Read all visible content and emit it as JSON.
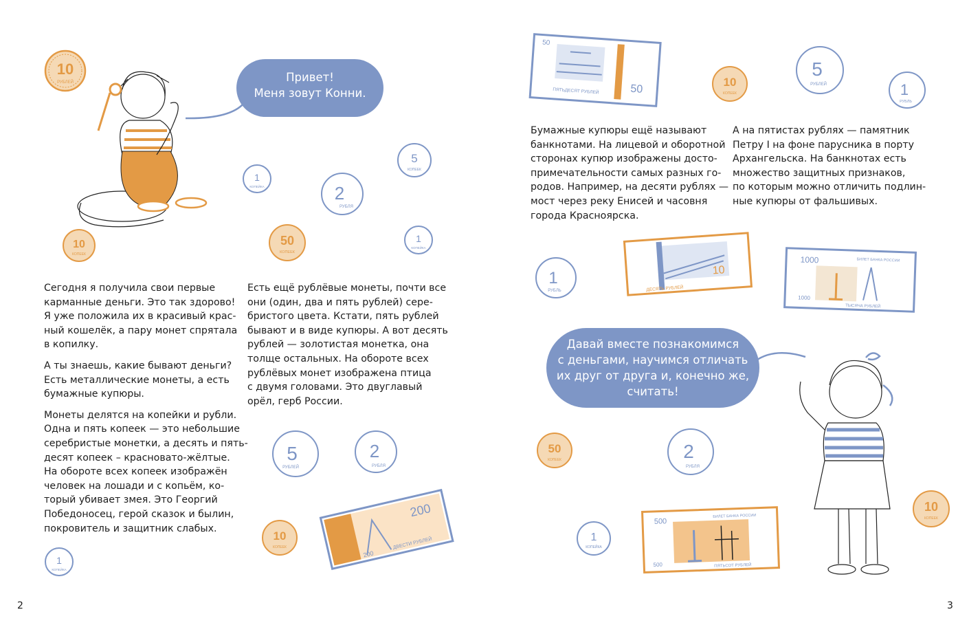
{
  "left_page": {
    "bubble": [
      "Привет!",
      "Меня зовут Конни."
    ],
    "col1": [
      [
        "Сегодня я получила свои первые",
        "карманные деньги. Это так здорово!",
        "Я уже положила их в красивый крас-",
        "ный кошелёк, а пару монет спрятала",
        "в копилку."
      ],
      [
        "А ты знаешь, какие бывают деньги?",
        "Есть металлические монеты, а есть",
        "бумажные купюры."
      ],
      [
        "Монеты делятся на копейки и рубли.",
        "Одна и пять копеек — это небольшие",
        "серебристые монетки, а десять и пять-",
        "десят копеек – красновато-жёлтые.",
        "На обороте всех копеек изображён",
        "человек на лошади и с копьём, ко-",
        "торый убивает змея. Это Георгий",
        "Победоносец, герой сказок и былин,",
        "покровитель и защитник слабых."
      ]
    ],
    "col2": [
      [
        "Есть ещё рублёвые монеты, почти все",
        "они (один, два и пять рублей) сере-",
        "бристого цвета. Кстати, пять рублей",
        "бывают и в виде купюры. А вот десять",
        "рублей — золотистая монетка, она",
        "толще остальных. На обороте всех",
        "рублёвых монет изображена птица",
        "с двумя головами. Это двуглавый",
        "орёл, герб России."
      ]
    ],
    "page_number": "2",
    "coins": {
      "c10_top": [
        "10",
        "РУБЛЕЙ"
      ],
      "c1k_mid": [
        "1",
        "КОПЕЙКА"
      ],
      "c5k": [
        "5",
        "КОПЕЕК"
      ],
      "c2r_mid": [
        "2",
        "РУБЛЯ"
      ],
      "c10k_mid": [
        "10",
        "КОПЕЕК"
      ],
      "c50k_mid": [
        "50",
        "КОПЕЕК"
      ],
      "c1k_right": [
        "1",
        "КОПЕЙКА"
      ],
      "c5r_bottom": [
        "5",
        "РУБЛЕЙ"
      ],
      "c2r_bottom": [
        "2",
        "РУБЛЯ"
      ],
      "c10k_bottom": [
        "10",
        "КОПЕЕК"
      ],
      "c1k_bottom": [
        "1",
        "КОПЕЙКА"
      ]
    },
    "note_200": [
      "200",
      "200",
      "ДВЕСТИ РУБЛЕЙ"
    ]
  },
  "right_page": {
    "col1": [
      [
        "Бумажные купюры ещё называют",
        "банкнотами. На лицевой и оборотной",
        "сторонах купюр изображены досто-",
        "примечательности самых разных го-",
        "родов. Например, на десяти рублях —",
        "мост через реку Енисей и часовня",
        "города Красноярска."
      ]
    ],
    "col2": [
      [
        "А на пятистах рублях — памятник",
        "Петру I на фоне парусника в порту",
        "Архангельска. На банкнотах есть",
        "множество защитных признаков,",
        "по которым можно отличить подлин-",
        "ные купюры от фальшивых."
      ]
    ],
    "bubble": [
      "Давай вместе познакомимся",
      "с деньгами, научимся отличать",
      "их друг от друга и, конечно же,",
      "считать!"
    ],
    "page_number": "3",
    "coins": {
      "c5r_top": [
        "5",
        "РУБЛЕЙ"
      ],
      "c10k_top": [
        "10",
        "КОПЕЕК"
      ],
      "c1r_top": [
        "1",
        "РУБЛЬ"
      ],
      "c1r_mid": [
        "1",
        "РУБЛЬ"
      ],
      "c50k_bottom": [
        "50",
        "КОПЕЕК"
      ],
      "c2r_bottom": [
        "2",
        "РУБЛЯ"
      ],
      "c1k_bottom": [
        "1",
        "КОПЕЙКА"
      ],
      "c10k_bottom": [
        "10",
        "КОПЕЕК"
      ]
    },
    "note_50": [
      "50",
      "50",
      "ПЯТЬДЕСЯТ РУБЛЕЙ"
    ],
    "note_10": [
      "10",
      "ДЕСЯТЬ РУБЛЕЙ"
    ],
    "note_1000": [
      "1000",
      "1000",
      "БИЛЕТ БАНКА РОССИИ",
      "ТЫСЯЧА РУБЛЕЙ"
    ],
    "note_500": [
      "500",
      "500",
      "БИЛЕТ БАНКА РОССИИ",
      "ПЯТЬСОТ РУБЛЕЙ"
    ]
  },
  "colors": {
    "blue": "#7e96c6",
    "orange": "#e39a45",
    "ink": "#1d1d1d"
  }
}
